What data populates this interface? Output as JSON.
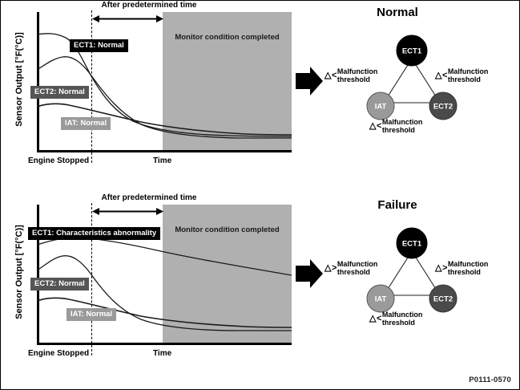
{
  "document": {
    "reference_code": "P0111-0570"
  },
  "colors": {
    "ect1": "#000000",
    "ect2": "#4a4a4a",
    "iat": "#9a9a9a",
    "monitor_zone": "#b0b0b0",
    "line": "#1a1a1a"
  },
  "panels": [
    {
      "id": "normal",
      "title": "Normal",
      "chart": {
        "ylabel": "Sensor Output [°F(°C)]",
        "xlabel_origin": "Engine Stopped",
        "xlabel_axis": "Time",
        "span_caption": "After predetermined time",
        "zone_label": "Monitor condition completed",
        "series_labels": {
          "ect1": "ECT1: Normal",
          "ect2": "ECT2: Normal",
          "iat": "IAT: Normal"
        }
      },
      "triangle": {
        "nodes": {
          "top": "ECT1",
          "left": "IAT",
          "right": "ECT2"
        },
        "thresholds": {
          "left": {
            "symbol": "△",
            "operator": "<",
            "line1": "Malfunction",
            "line2": "threshold"
          },
          "right": {
            "symbol": "△",
            "operator": "<",
            "line1": "Malfunction",
            "line2": "threshold"
          },
          "bottom": {
            "symbol": "△",
            "operator": "<",
            "line1": "Malfunction",
            "line2": "threshold"
          }
        }
      }
    },
    {
      "id": "failure",
      "title": "Failure",
      "chart": {
        "ylabel": "Sensor Output [°F(°C)]",
        "xlabel_origin": "Engine Stopped",
        "xlabel_axis": "Time",
        "span_caption": "After predetermined time",
        "zone_label": "Monitor condition completed",
        "series_labels": {
          "ect1": "ECT1: Characteristics abnormality",
          "ect2": "ECT2: Normal",
          "iat": "IAT: Normal"
        }
      },
      "triangle": {
        "nodes": {
          "top": "ECT1",
          "left": "IAT",
          "right": "ECT2"
        },
        "thresholds": {
          "left": {
            "symbol": "△",
            "operator": ">",
            "line1": "Malfunction",
            "line2": "threshold"
          },
          "right": {
            "symbol": "△",
            "operator": ">",
            "line1": "Malfunction",
            "line2": "threshold"
          },
          "bottom": {
            "symbol": "△",
            "operator": "<",
            "line1": "Malfunction",
            "line2": "threshold"
          }
        }
      }
    }
  ],
  "chart_data": [
    {
      "type": "line",
      "title": "Normal",
      "xlabel": "Time",
      "ylabel": "Sensor Output [°F(°C)]",
      "grid": false,
      "legend": "inline-tags",
      "annotations": [
        "After predetermined time",
        "Monitor condition completed",
        "Engine Stopped"
      ],
      "x": [
        0,
        10,
        20,
        30,
        40,
        50,
        60,
        70,
        80,
        90,
        100
      ],
      "series": [
        {
          "name": "ECT1: Normal",
          "values": [
            86,
            86,
            84,
            68,
            50,
            37,
            29,
            24,
            21,
            20,
            19
          ]
        },
        {
          "name": "ECT2: Normal",
          "values": [
            56,
            62,
            65,
            63,
            50,
            38,
            30,
            25,
            22,
            20,
            19
          ]
        },
        {
          "name": "IAT: Normal",
          "values": [
            30,
            29,
            28,
            26,
            24,
            22,
            21,
            20,
            20,
            19,
            19
          ]
        }
      ]
    },
    {
      "type": "line",
      "title": "Failure",
      "xlabel": "Time",
      "ylabel": "Sensor Output [°F(°C)]",
      "grid": false,
      "legend": "inline-tags",
      "annotations": [
        "After predetermined time",
        "Monitor condition completed",
        "Engine Stopped"
      ],
      "x": [
        0,
        10,
        20,
        30,
        40,
        50,
        60,
        70,
        80,
        90,
        100
      ],
      "series": [
        {
          "name": "ECT1: Characteristics abnormality",
          "values": [
            76,
            79,
            80,
            77,
            74,
            71,
            68,
            65,
            62,
            59,
            56
          ]
        },
        {
          "name": "ECT2: Normal",
          "values": [
            52,
            60,
            63,
            60,
            47,
            35,
            28,
            24,
            22,
            21,
            20
          ]
        },
        {
          "name": "IAT: Normal",
          "values": [
            30,
            29,
            28,
            26,
            24,
            22,
            21,
            20,
            20,
            20,
            20
          ]
        }
      ]
    }
  ]
}
